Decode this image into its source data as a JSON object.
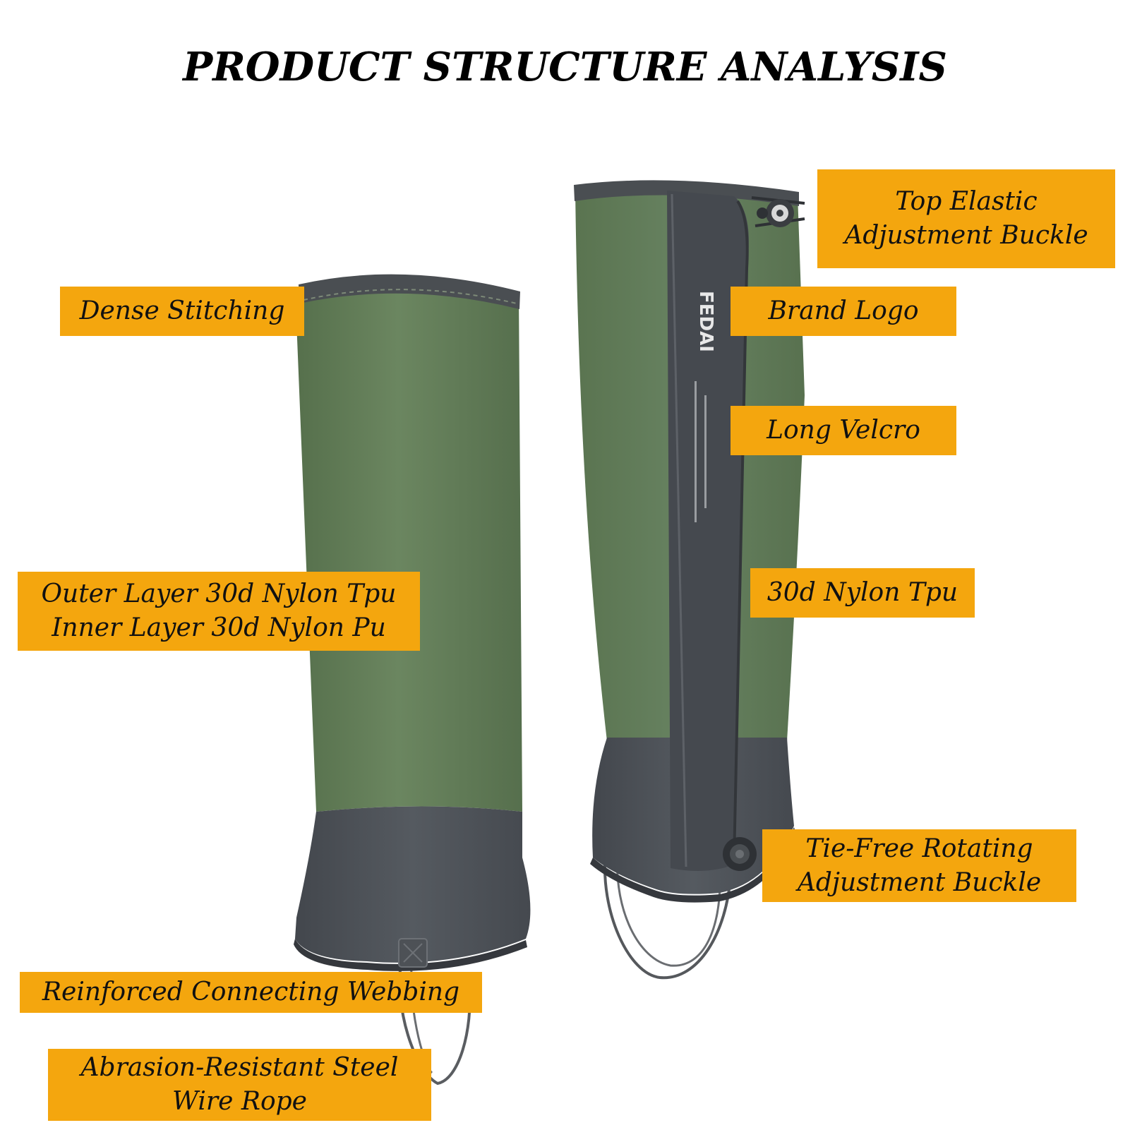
{
  "title": "PRODUCT STRUCTURE ANALYSIS",
  "colors": {
    "label_background": "#f4a60e",
    "upper_fabric": "#5f7a55",
    "lower_fabric": "#4b4f55",
    "trim": "#3c4046",
    "wire": "#55585c"
  },
  "labels": {
    "top_buckle": [
      "Top Elastic",
      "Adjustment Buckle"
    ],
    "brand_logo": "Brand Logo",
    "long_velcro": "Long Velcro",
    "nylon_tpu": "30d Nylon Tpu",
    "rotating_buckle": [
      "Tie-Free Rotating",
      "Adjustment Buckle"
    ],
    "dense_stitching": "Dense Stitching",
    "layers": [
      "Outer Layer 30d Nylon Tpu",
      "Inner Layer 30d Nylon Pu"
    ],
    "webbing": "Reinforced Connecting Webbing",
    "wire_rope": [
      "Abrasion-Resistant Steel",
      "Wire Rope"
    ]
  },
  "logo_text": "FEDAI"
}
